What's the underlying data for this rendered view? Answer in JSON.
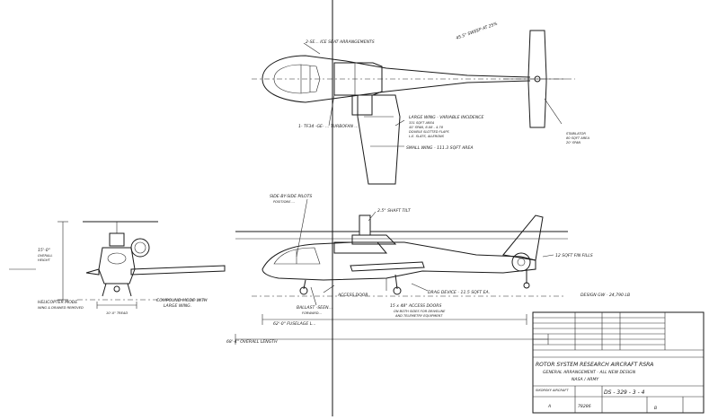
{
  "plan_view": {
    "seat_note": "2-SE... ICE SEAT ARRANGEMENTS",
    "angle_note": "45.5° SWEEP AT 25%",
    "engine_note": "1- TF34 -GE- ... TURBOFAN ...",
    "wing_notes": [
      "LARGE WING - VARIABLE INCIDENCE",
      "331 SQFT AREA",
      "45' SPAN, 6.08 - 4.78",
      "DOUBLE SLOTTED FLAPS",
      "L.E. SLATS, AILERONS"
    ],
    "small_wing_note": "SMALL WING - 111.3 SQFT AREA",
    "stabilator_notes": [
      "STABILATOR",
      "80 SQFT AREA",
      "20' SPAN"
    ]
  },
  "front_view": {
    "height_note": [
      "15'-0\"",
      "OVERALL",
      "HEIGHT"
    ],
    "heli_mode": [
      "HELICOPTER MODE",
      "WING & DRAWED REMOVED"
    ],
    "compound_mode": [
      "COMPOUND MODE WITH",
      "LARGE WING."
    ],
    "tread_label": "10'-0\" TREAD"
  },
  "side_view": {
    "pilots_note": [
      "SIDE-BY-SIDE PILOTS",
      "POSITIONS ..."
    ],
    "shaft_tilt": "2.5° SHAFT TILT",
    "fin_label": "12 SQFT FIN FILLS",
    "doors_note": [
      "15 x 48\" ACCESS DOORS",
      "ON BOTH SIDES FOR DRIVELINE",
      "AND TELEMETRY EQUIPMENT"
    ],
    "drag_note": "DRAG DEVICE - 11.5 SQFT EA.",
    "access_door": "ACCESS DOOR",
    "ballast_note": [
      "BALLAST -SEEN...",
      "FORWARD..."
    ],
    "fuselage_len": "62'-0\" FUSELAGE L...",
    "overall_len": "68'-4\" OVERALL LENGTH",
    "gross_weight": "DESIGN GW - 24,790 LB"
  },
  "title_block": {
    "title_line1": "ROTOR SYSTEM RESEARCH AIRCRAFT RSRA",
    "title_line2": "GENERAL ARRANGEMENT - ALL NEW DESIGN",
    "title_line3": "NASA / ARMY",
    "drawing_number": "DS - 329 - 3 - 4",
    "code": "78286",
    "company_label": "SIKORSKY AIRCRAFT",
    "sheet_letter": "B",
    "rev_box": "A"
  }
}
